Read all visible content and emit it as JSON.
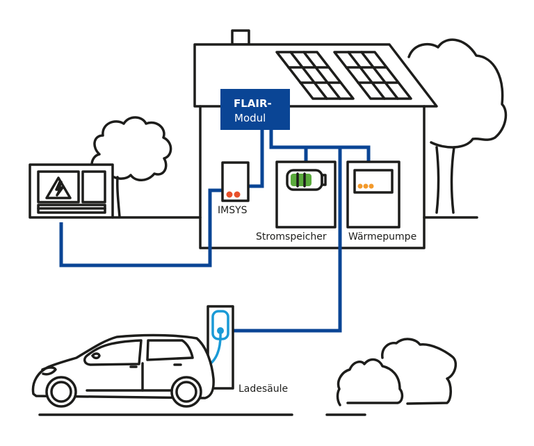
{
  "diagram": {
    "title": "FLAIR-Modul Energiesystem",
    "module": {
      "line1": "FLAIR-",
      "line2": "Modul",
      "color": "#0a4595"
    },
    "labels": {
      "imsys": "IMSYS",
      "storage": "Stromspeicher",
      "heatpump": "Wärmepumpe",
      "charger": "Ladesäule"
    },
    "icons": {
      "grid": "high-voltage-warning-icon",
      "battery": "battery-icon",
      "charger": "ev-plug-icon"
    },
    "colors": {
      "line": "#1d1d1b",
      "connection": "#0a4595",
      "cable": "#1a9ad6",
      "imsys_dots": "#e8502a",
      "heatpump_dots": "#f39a2c",
      "battery_fill": "#5aaa3c"
    },
    "battery_level": "3 of 4 segments"
  }
}
